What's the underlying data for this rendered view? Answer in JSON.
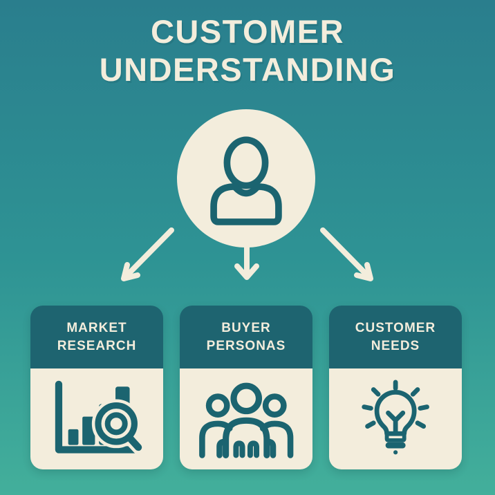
{
  "meta": {
    "title": "Customer Understanding Infographic"
  },
  "colors": {
    "bg_top": "#2a7e8d",
    "bg_mid": "#2e9394",
    "bg_bottom": "#43af9b",
    "cream": "#f3eddc",
    "teal_dark": "#1e6470",
    "icon_stroke": "#1b6470"
  },
  "header": {
    "title_line1": "CUSTOMER",
    "title_line2": "UNDERSTANDING"
  },
  "avatar": {
    "icon": "person-icon"
  },
  "arrows": [
    {
      "icon": "arrow-down-left-icon"
    },
    {
      "icon": "arrow-down-icon"
    },
    {
      "icon": "arrow-down-right-icon"
    }
  ],
  "cards": [
    {
      "title_line1": "MARKET",
      "title_line2": "RESEARCH",
      "icon": "bar-chart-magnifier-icon"
    },
    {
      "title_line1": "BUYER",
      "title_line2": "PERSONAS",
      "icon": "people-group-icon"
    },
    {
      "title_line1": "CUSTOMER",
      "title_line2": "NEEDS",
      "icon": "lightbulb-icon"
    }
  ]
}
